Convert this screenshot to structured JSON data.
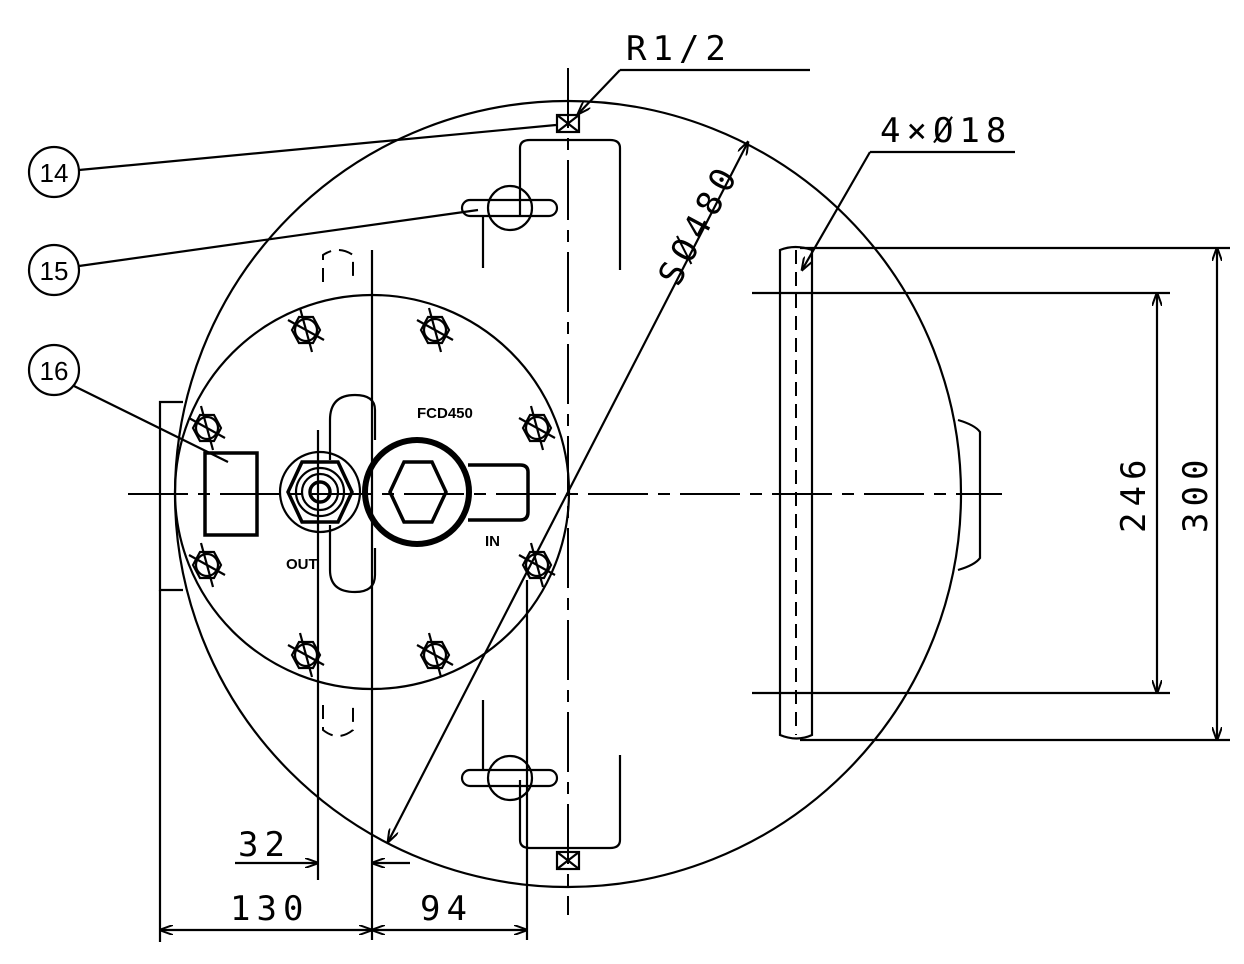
{
  "labels": {
    "thread": "R1/2",
    "holes": "4×Ø18",
    "sphere": "SØ480",
    "dim_246": "246",
    "dim_300": "300",
    "dim_32": "32",
    "dim_130": "130",
    "dim_94": "94",
    "material": "FCD450",
    "outlet": "OUT",
    "inlet": "IN"
  },
  "balloons": [
    "14",
    "15",
    "16"
  ]
}
